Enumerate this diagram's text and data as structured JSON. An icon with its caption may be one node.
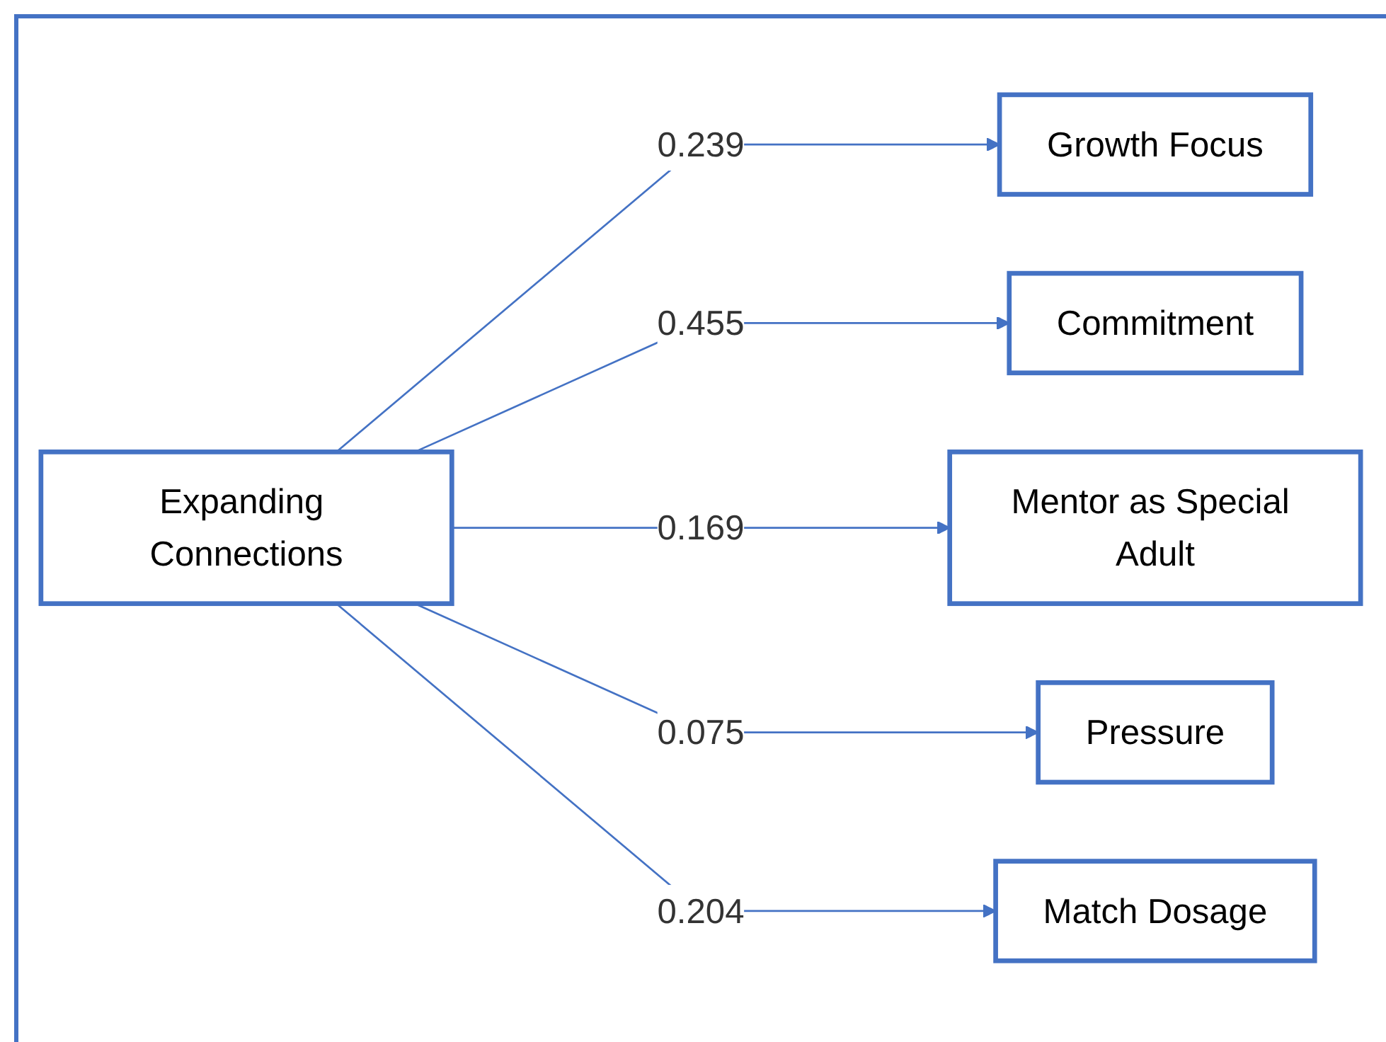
{
  "diagram": {
    "nodes": [
      {
        "text": [
          "Expanding Connections"
        ]
      },
      {
        "text": [
          "Growth Focus"
        ]
      },
      {
        "text": [
          "Commitment"
        ]
      },
      {
        "text": [
          "Mentor as Special Adult"
        ]
      },
      {
        "text": [
          "Pressure"
        ]
      },
      {
        "text": [
          "Match Dosage"
        ]
      }
    ],
    "edges": [
      {
        "from": 0,
        "to": 1,
        "arrow": "to",
        "label": "0.239"
      },
      {
        "from": 0,
        "to": 2,
        "arrow": "to",
        "label": "0.455"
      },
      {
        "from": 0,
        "to": 3,
        "arrow": "to",
        "label": "0.169"
      },
      {
        "from": 0,
        "to": 4,
        "arrow": "to",
        "label": "0.075"
      },
      {
        "from": 0,
        "to": 5,
        "arrow": "to",
        "label": "0.204"
      }
    ]
  }
}
